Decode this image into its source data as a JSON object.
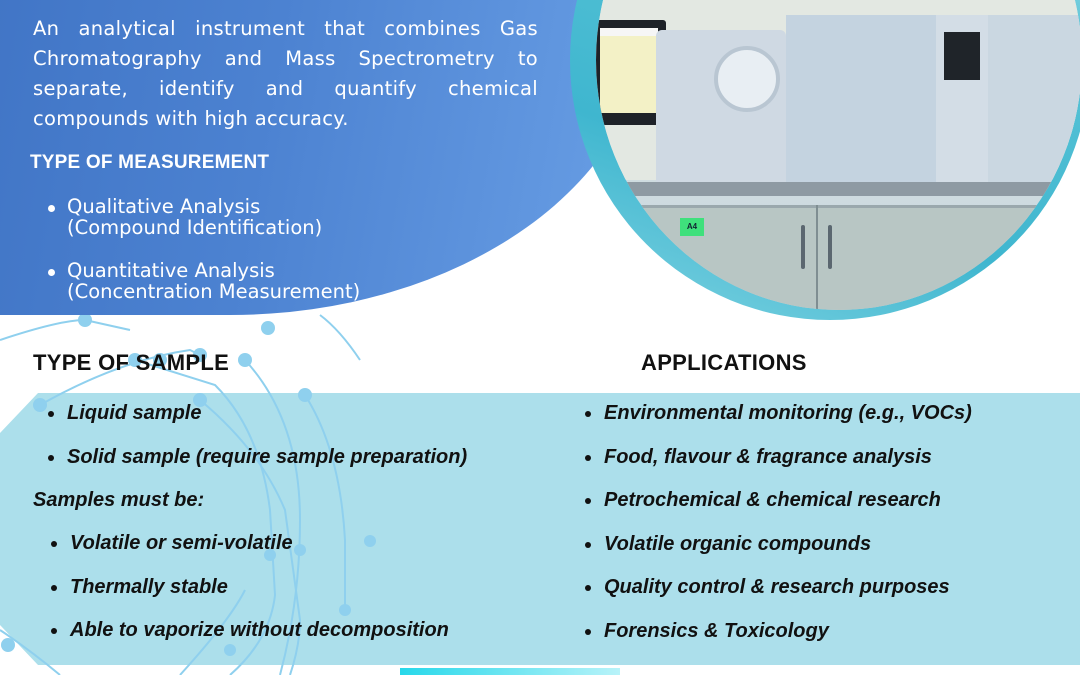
{
  "intro": {
    "description": "An analytical instrument that combines Gas Chromatography and Mass Spectrometry to separate, identify and quantify chemical compounds with high accuracy.",
    "measurement_title": "TYPE OF MEASUREMENT",
    "measurements": [
      {
        "label": "Qualitative Analysis",
        "detail": "(Compound Identification)"
      },
      {
        "label": "Quantitative Analysis",
        "detail": "(Concentration Measurement)"
      }
    ]
  },
  "photo": {
    "alt": "GC-MS instrument on laboratory bench",
    "cabinet_tag": "A4"
  },
  "sample": {
    "title": "TYPE OF SAMPLE",
    "types": [
      "Liquid sample",
      "Solid sample (require sample preparation)"
    ],
    "must_label": "Samples must be:",
    "requirements": [
      "Volatile or semi-volatile",
      "Thermally stable",
      "Able to vaporize without decomposition"
    ]
  },
  "applications": {
    "title": "APPLICATIONS",
    "items": [
      "Environmental monitoring (e.g., VOCs)",
      "Food, flavour & fragrance analysis",
      "Petrochemical & chemical research",
      "Volatile organic compounds",
      "Quality control & research purposes",
      "Forensics & Toxicology"
    ]
  },
  "colors": {
    "intro_gradient_start": "#3f73c4",
    "intro_gradient_end": "#6aa0e6",
    "panel_bg": "#acdfeb",
    "ring_teal": "#3fb6cf",
    "circuit": "#8fd0ee"
  }
}
